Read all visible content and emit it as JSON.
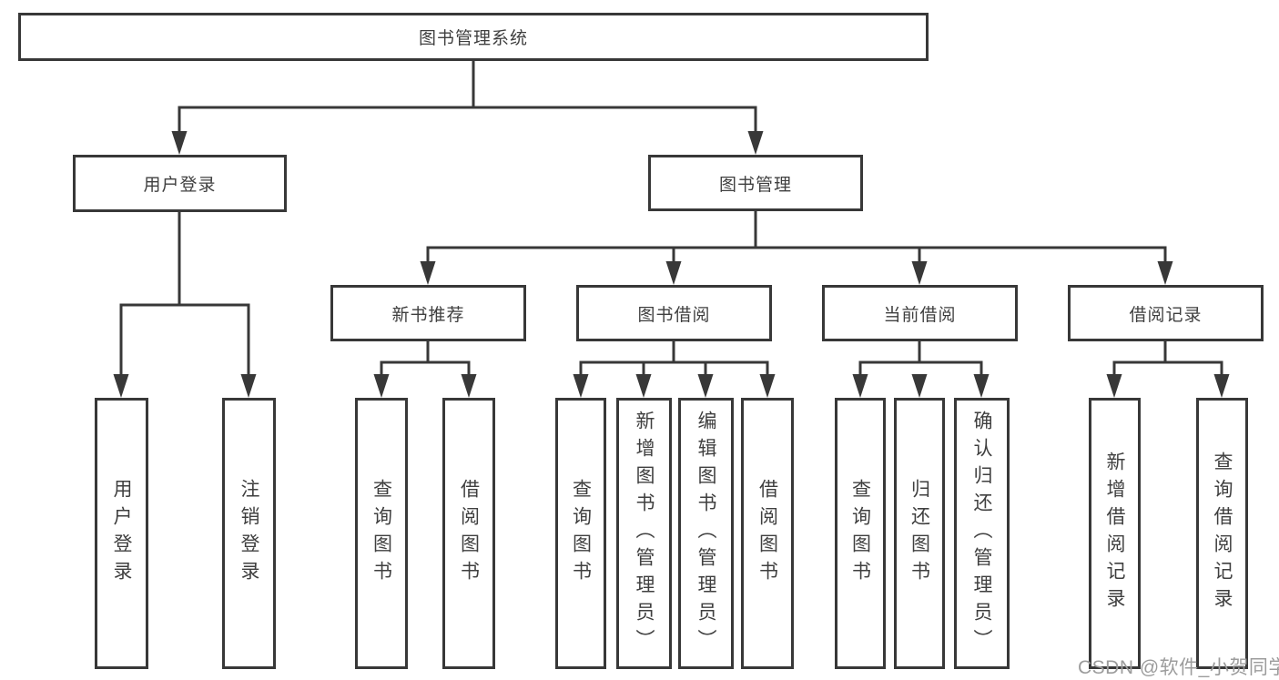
{
  "diagram": {
    "root": {
      "label": "图书管理系统"
    },
    "level1": [
      {
        "label": "用户登录",
        "children": [
          {
            "label": "用户登录"
          },
          {
            "label": "注销登录"
          }
        ]
      },
      {
        "label": "图书管理",
        "children": [
          {
            "label": "新书推荐",
            "children": [
              {
                "label": "查询图书"
              },
              {
                "label": "借阅图书"
              }
            ]
          },
          {
            "label": "图书借阅",
            "children": [
              {
                "label": "查询图书"
              },
              {
                "label": "新增图书（管理员）"
              },
              {
                "label": "编辑图书（管理员）"
              },
              {
                "label": "借阅图书"
              }
            ]
          },
          {
            "label": "当前借阅",
            "children": [
              {
                "label": "查询图书"
              },
              {
                "label": "归还图书"
              },
              {
                "label": "确认归还（管理员）"
              }
            ]
          },
          {
            "label": "借阅记录",
            "children": [
              {
                "label": "新增借阅记录"
              },
              {
                "label": "查询借阅记录"
              }
            ]
          }
        ]
      }
    ]
  },
  "watermark": {
    "text": "CSDN @软件_小贺同学"
  },
  "colors": {
    "line": "#383838",
    "text": "#3f3f3f",
    "watermark": "#9c9c9c",
    "background": "#ffffff"
  }
}
